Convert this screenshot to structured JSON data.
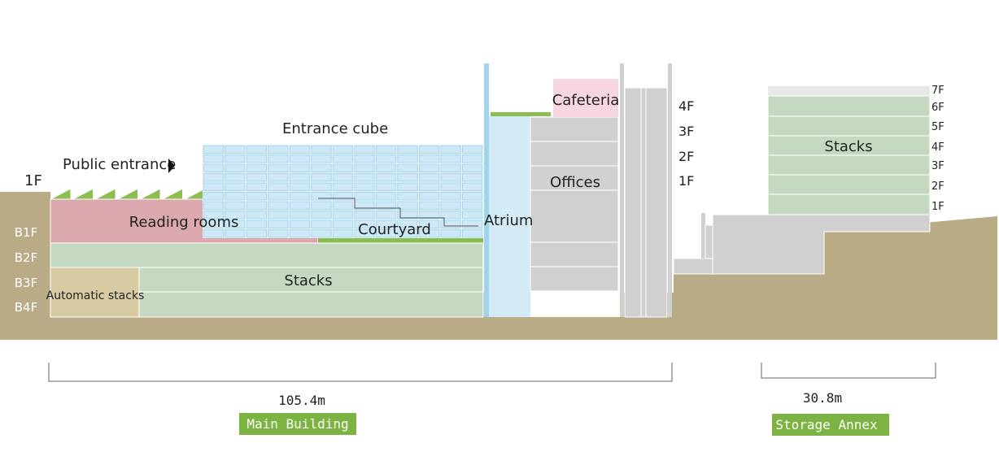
{
  "colors": {
    "ground": "#b8ab86",
    "stacks": "#c4d9c0",
    "reading_rooms": "#dba8ae",
    "automatic_stacks": "#d6cba1",
    "glass": "#d3eaf7",
    "glass_grid": "#9fd3ee",
    "offices": "#d0d0d0",
    "cafeteria": "#f7d6e2",
    "roof_green": "#8cbd4f",
    "tag_green": "#7cb342"
  },
  "main_building": {
    "labels": {
      "public_entrance": "Public entrance",
      "entrance_cube": "Entrance cube",
      "reading_rooms": "Reading rooms",
      "courtyard": "Courtyard",
      "atrium": "Atrium",
      "cafeteria": "Cafeteria",
      "offices": "Offices",
      "stacks": "Stacks",
      "automatic_stacks": "Automatic stacks"
    },
    "floor_ground": "1F",
    "basement_floors": [
      "B1F",
      "B2F",
      "B3F",
      "B4F"
    ],
    "upper_floors": [
      "4F",
      "3F",
      "2F",
      "1F"
    ],
    "dimension": "105.4m",
    "tag": "Main Building"
  },
  "storage_annex": {
    "label": "Stacks",
    "floors": [
      "7F",
      "6F",
      "5F",
      "4F",
      "3F",
      "2F",
      "1F"
    ],
    "dimension": "30.8m",
    "tag": "Storage Annex"
  }
}
